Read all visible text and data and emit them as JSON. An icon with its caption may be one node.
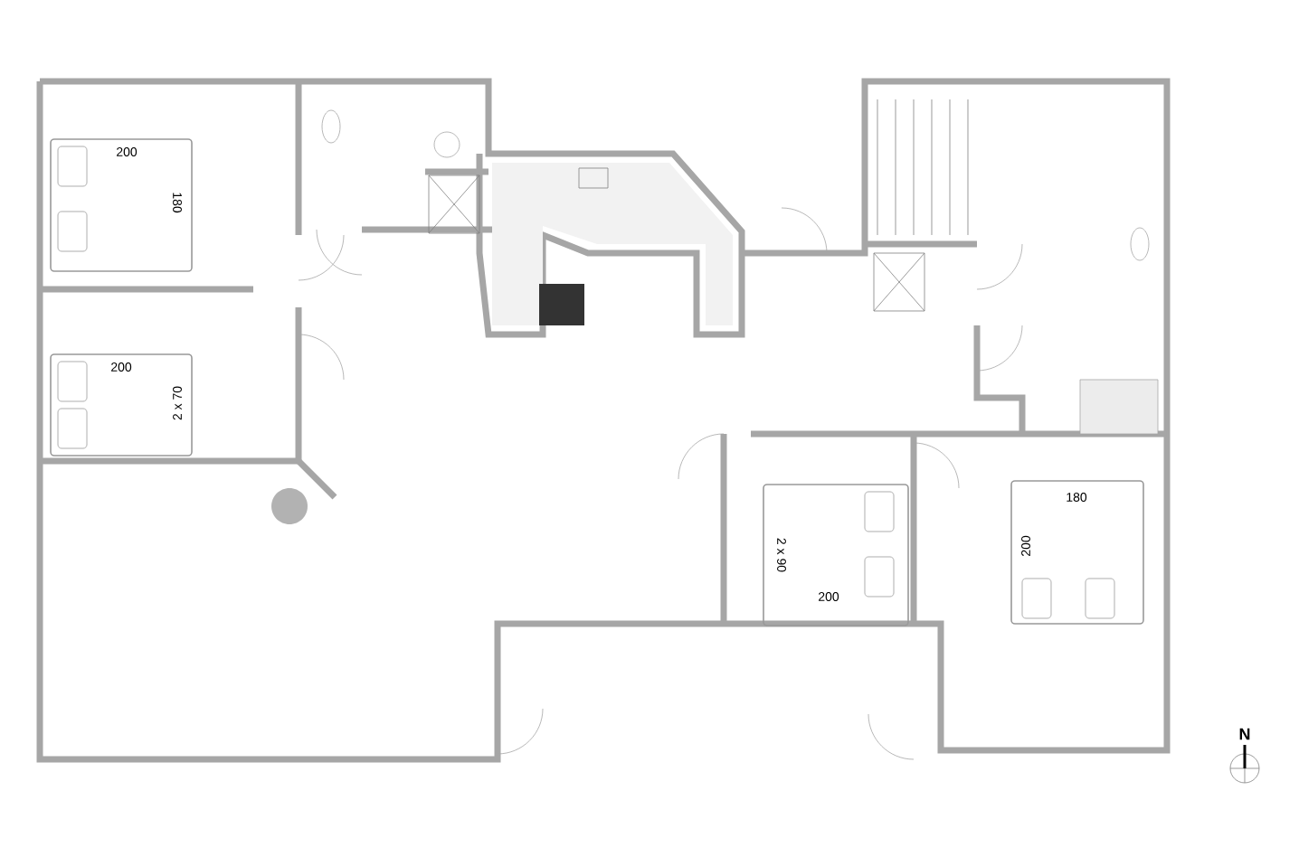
{
  "diagram": {
    "labels": [
      "200",
      "180",
      "200",
      "2 x 70",
      "2 x 90",
      "200",
      "180",
      "200",
      "N"
    ]
  }
}
